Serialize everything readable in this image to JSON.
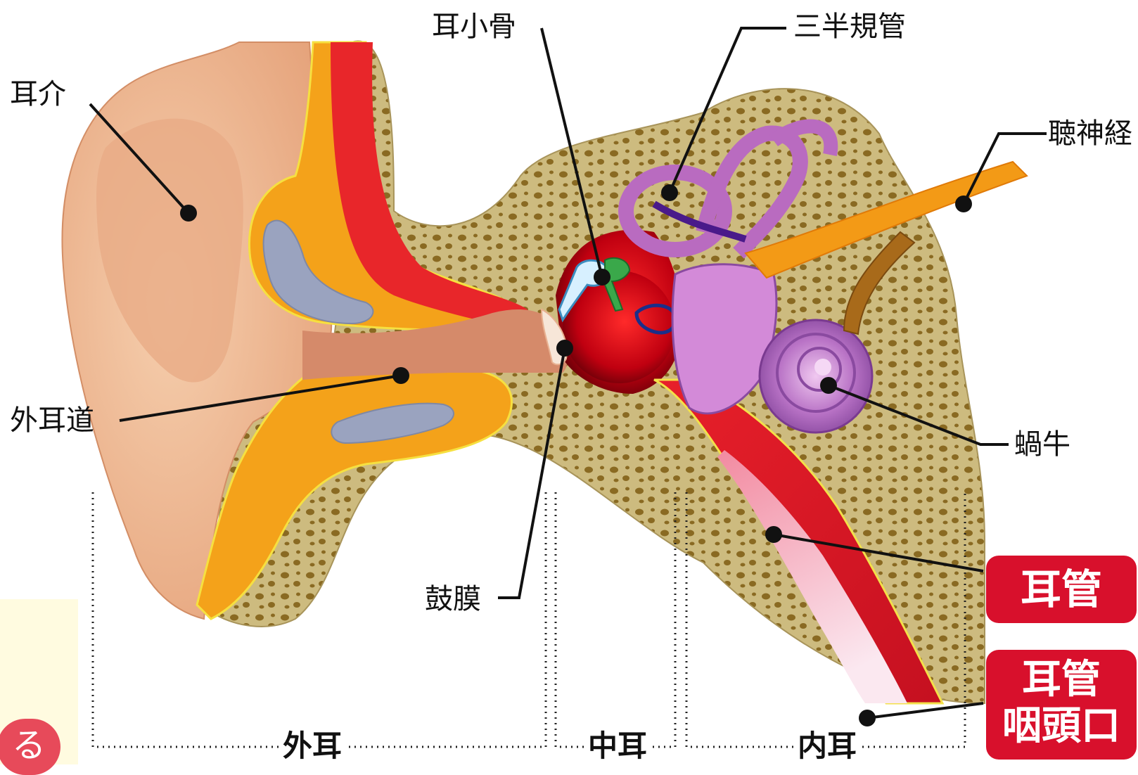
{
  "labels": {
    "auricle": "耳介",
    "ossicles": "耳小骨",
    "semicircular_canals": "三半規管",
    "auditory_nerve": "聴神経",
    "external_canal": "外耳道",
    "cochlea": "蝸牛",
    "eardrum": "鼓膜"
  },
  "sections": {
    "outer": "外耳",
    "middle": "中耳",
    "inner": "内耳"
  },
  "highlights": {
    "eustachian_tube": "耳管",
    "tube_opening_line1": "耳管",
    "tube_opening_line2": "咽頭口"
  },
  "side_badge": "る",
  "colors": {
    "accent_red": "#d8102c",
    "bone": "#c9b77a",
    "skin": "#f2b88f"
  }
}
